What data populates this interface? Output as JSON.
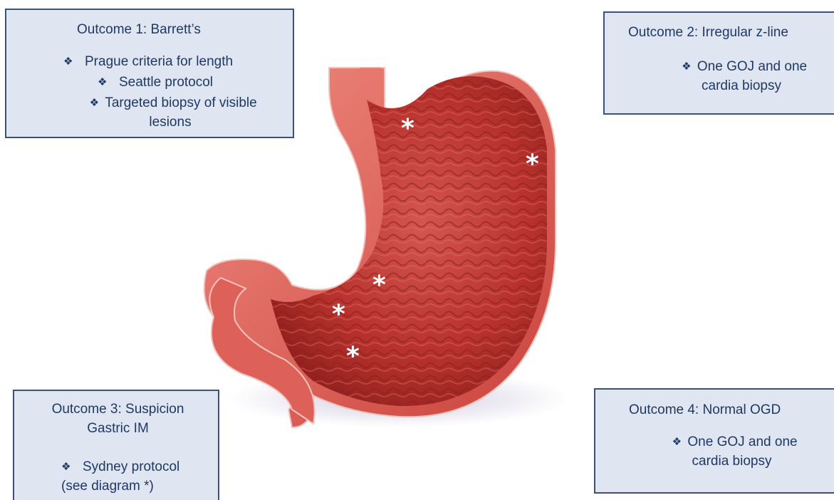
{
  "colors": {
    "box_fill": "#dfe6f1",
    "box_border": "#3b5379",
    "text": "#1f3864",
    "stomach_outer": "#d8504a",
    "stomach_inner": "#b8322d",
    "biopsy_marker": "#ffffff"
  },
  "icons": {
    "bullet": "diamond-bullet-icon",
    "biopsy_site": "asterisk-marker"
  },
  "outcomes": [
    {
      "title": "Outcome 1: Barrett’s",
      "bullets": [
        "Prague criteria for length",
        "Seattle protocol",
        "Targeted biopsy of visible lesions"
      ]
    },
    {
      "title": "Outcome 2: Irregular z-line",
      "bullets": [
        "One GOJ and one cardia biopsy"
      ]
    },
    {
      "title": "Outcome 3: Suspicion Gastric IM",
      "bullets": [
        "Sydney protocol (see diagram *)"
      ]
    },
    {
      "title": "Outcome 4: Normal OGD",
      "bullets": [
        "One GOJ and one cardia  biopsy"
      ]
    }
  ],
  "diagram": {
    "marker_glyph": "*"
  }
}
